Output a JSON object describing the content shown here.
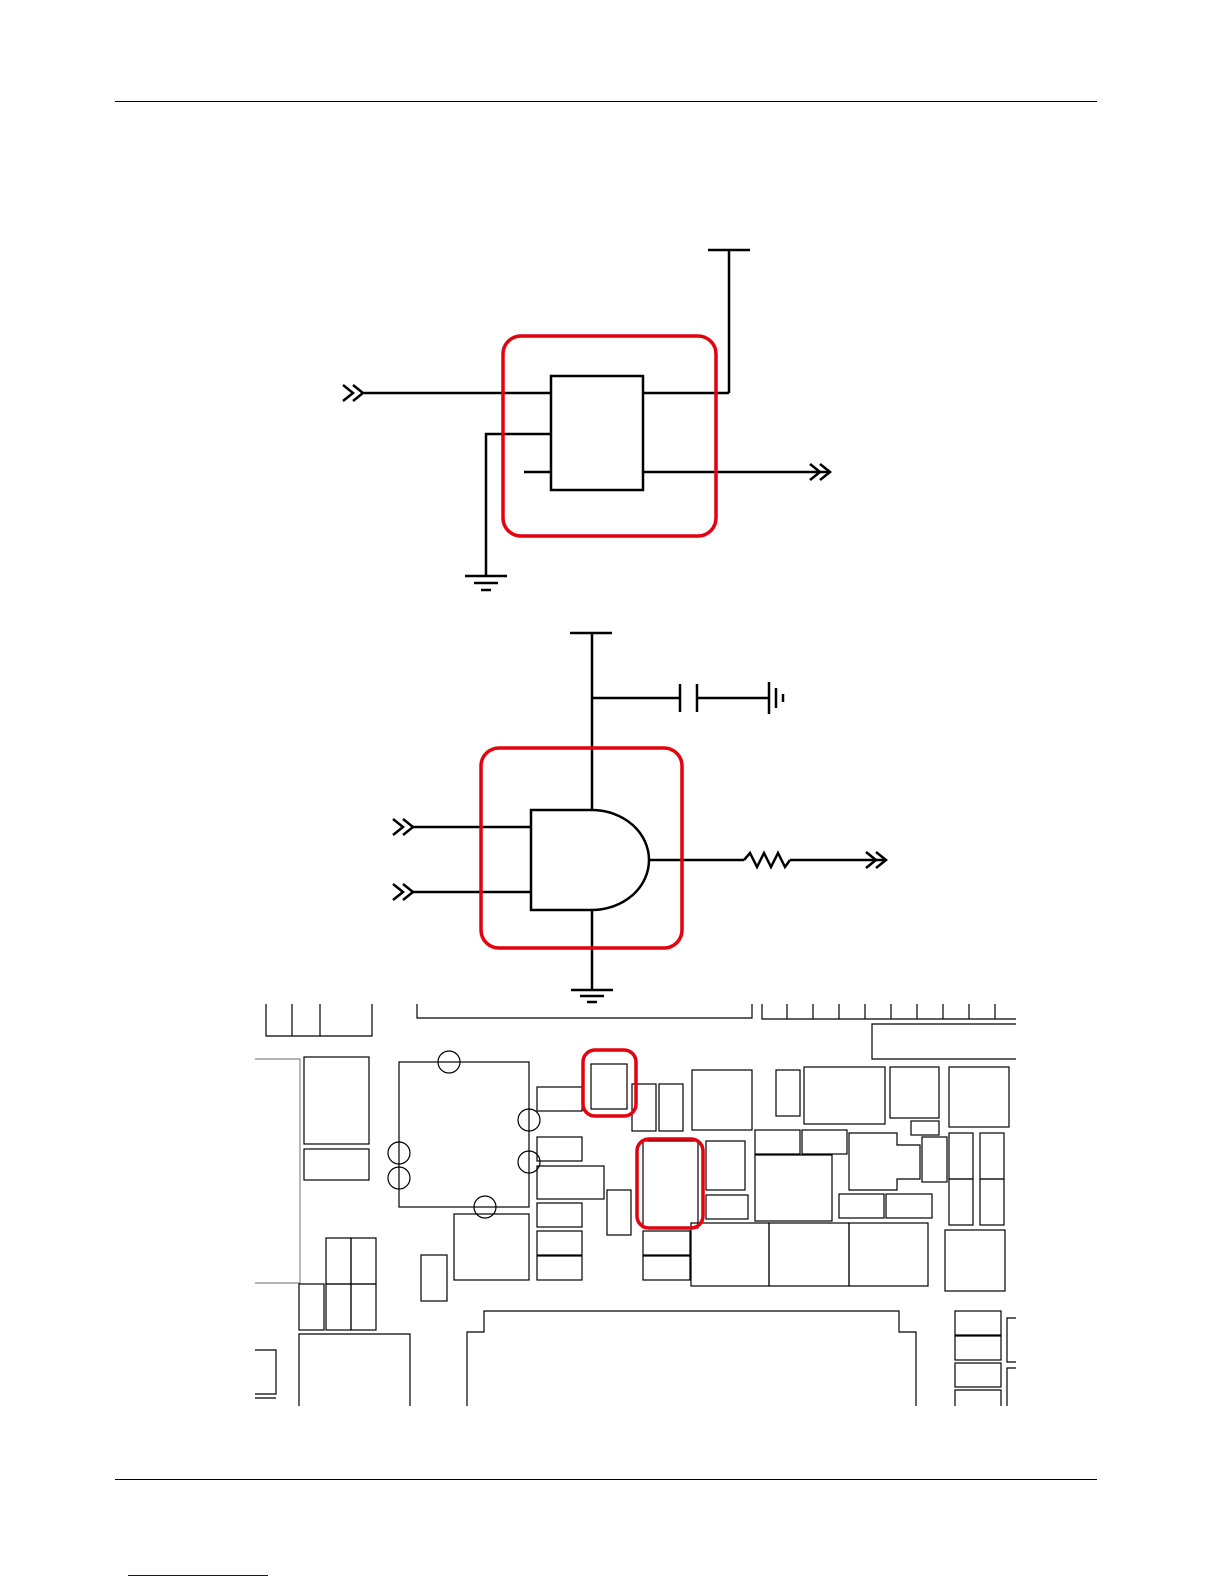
{
  "page": {
    "header_rule": true,
    "footer_rule": true,
    "footer_link_present": true
  },
  "colors": {
    "line": "#000000",
    "highlight": "#e3000f",
    "link": "#0000cc"
  },
  "schematic_1": {
    "component": "buffer-ic-block",
    "highlighted": true,
    "symbols": [
      "input-arrow-icon",
      "output-arrow-icon",
      "power-rail-icon",
      "ground-icon"
    ]
  },
  "schematic_2": {
    "component": "and-gate",
    "highlighted": true,
    "symbols": [
      "input-arrow-icon",
      "input-arrow-icon",
      "output-arrow-icon",
      "resistor-icon",
      "capacitor-icon",
      "ground-icon",
      "power-rail-icon"
    ]
  },
  "board_layout": {
    "highlighted_parts": 2
  }
}
